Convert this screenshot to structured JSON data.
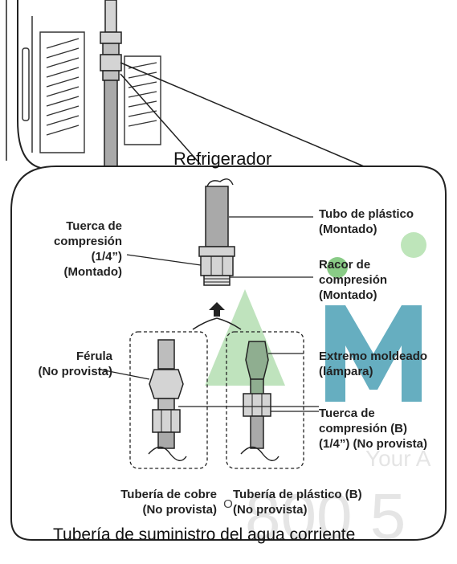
{
  "title": "Refrigerador",
  "labels": {
    "compression_nut_top": [
      "Tuerca de",
      "compresión",
      "(1/4”)",
      "(Montado)"
    ],
    "plastic_tube": [
      "Tubo de plástico",
      "(Montado)"
    ],
    "compression_fitting": [
      "Racor de",
      "compresión",
      "(Montado)"
    ],
    "ferrule": [
      "Férula",
      "(No provista)"
    ],
    "molded_end": [
      "Extremo moldeado",
      "(lámpara)"
    ],
    "compression_nut_b": [
      "Tuerca de",
      "compresión (B)",
      "(1/4”) (No provista)"
    ]
  },
  "options": {
    "copper": [
      "Tubería de cobre",
      "(No provista)"
    ],
    "separator": "O",
    "plastic": [
      "Tubería de plástico (B)",
      "(No provista)"
    ]
  },
  "footer": "Tubería de suministro del agua corriente",
  "watermark": "AiM 800 5",
  "colors": {
    "tube_gray": "#a9a9a9",
    "fitting_gray": "#d4d4d4",
    "green_tube": "#8fae90",
    "watermark_teal": "#2a8fa8",
    "watermark_green": "#7dc67a"
  }
}
